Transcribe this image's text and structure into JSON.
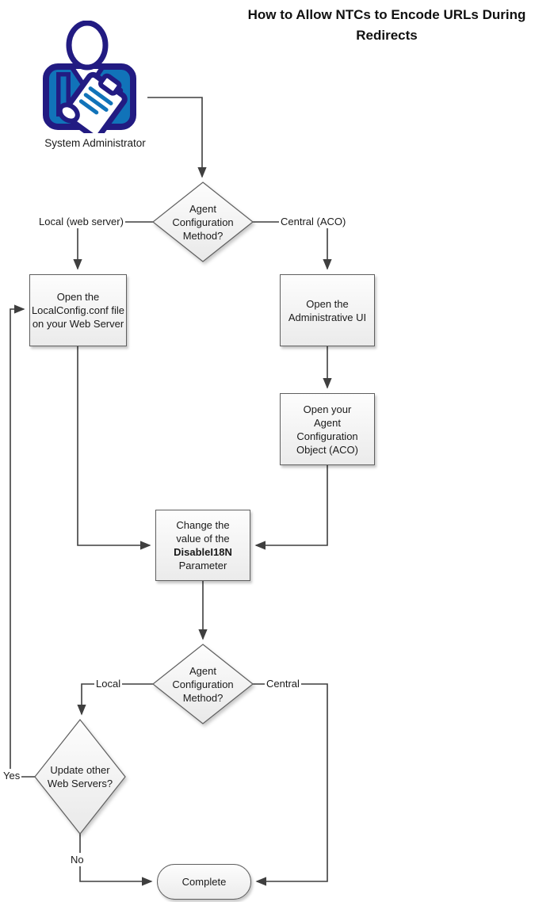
{
  "title": "How to Allow NTCs to Encode URLs During Redirects",
  "actor": {
    "label": "System Administrator",
    "icon": "person-with-clipboard-icon"
  },
  "nodes": {
    "decision_config_method_1": {
      "type": "decision",
      "text": "Agent Configuration Method?"
    },
    "open_localconfig": {
      "type": "process",
      "text": "Open the LocalConfig.conf file on your Web Server"
    },
    "open_admin_ui": {
      "type": "process",
      "text": "Open the Administrative UI"
    },
    "open_aco": {
      "type": "process",
      "text": "Open your Agent Configuration Object (ACO)"
    },
    "change_value": {
      "type": "process",
      "text_before": "Change the value of the",
      "text_bold": "DisableI18N",
      "text_after": "Parameter"
    },
    "decision_config_method_2": {
      "type": "decision",
      "text": "Agent Configuration Method?"
    },
    "update_web_servers": {
      "type": "decision",
      "text": "Update other Web Servers?"
    },
    "complete": {
      "type": "terminator",
      "text": "Complete"
    }
  },
  "edge_labels": {
    "local_web_server": "Local (web server)",
    "central_aco": "Central (ACO)",
    "local": "Local",
    "central": "Central",
    "yes": "Yes",
    "no": "No"
  },
  "edges": [
    {
      "from": "system-administrator",
      "to": "decision_config_method_1",
      "label": ""
    },
    {
      "from": "decision_config_method_1",
      "to": "open_localconfig",
      "label": "Local (web server)"
    },
    {
      "from": "decision_config_method_1",
      "to": "open_admin_ui",
      "label": "Central (ACO)"
    },
    {
      "from": "open_admin_ui",
      "to": "open_aco",
      "label": ""
    },
    {
      "from": "open_localconfig",
      "to": "change_value",
      "label": ""
    },
    {
      "from": "open_aco",
      "to": "change_value",
      "label": ""
    },
    {
      "from": "change_value",
      "to": "decision_config_method_2",
      "label": ""
    },
    {
      "from": "decision_config_method_2",
      "to": "update_web_servers",
      "label": "Local"
    },
    {
      "from": "decision_config_method_2",
      "to": "complete",
      "label": "Central"
    },
    {
      "from": "update_web_servers",
      "to": "open_localconfig",
      "label": "Yes"
    },
    {
      "from": "update_web_servers",
      "to": "complete",
      "label": "No"
    }
  ],
  "colors": {
    "accent_navy": "#221b82",
    "accent_blue": "#1173b9",
    "node_border": "#5f5f5f",
    "connector_line": "#3f3f3f",
    "node_fill_top": "#fdfdfd",
    "node_fill_bottom": "#ebebeb",
    "text": "#1a1a1a"
  }
}
